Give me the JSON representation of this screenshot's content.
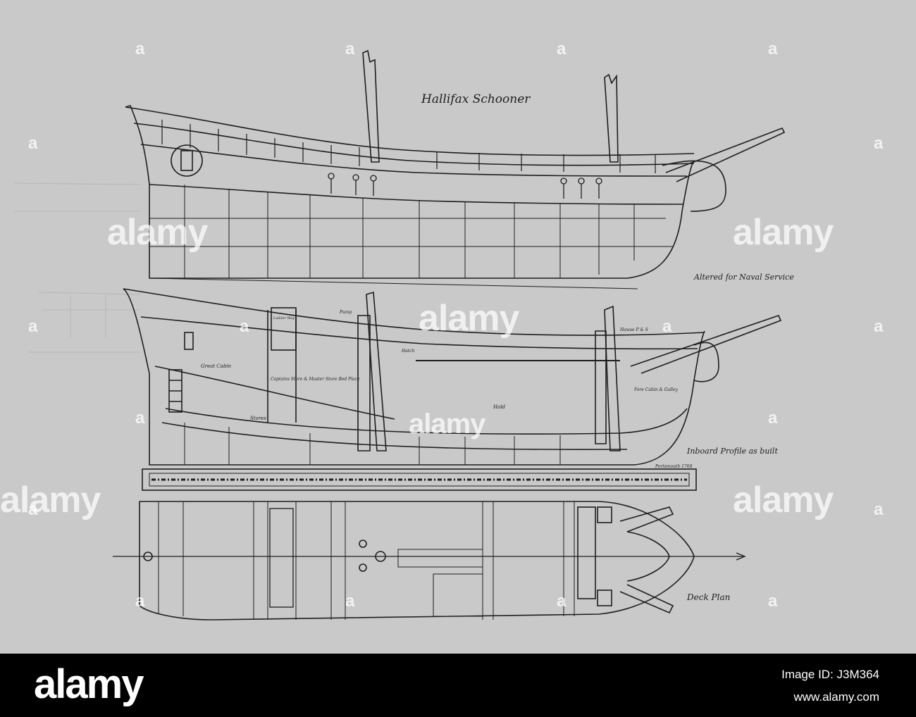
{
  "diagram": {
    "title": "Hallifax Schooner",
    "labels": {
      "altered": "Altered for Naval Service",
      "inboard": "Inboard Profile as built",
      "deck_plan": "Deck Plan",
      "great_cabin": "Great Cabin",
      "captains_store": "Captains Store & Master Store Bed Place",
      "stores": "Stores",
      "hold": "Hold",
      "fore_cabin": "Fore Cabin & Galley",
      "ladder_way": "Ladder Way",
      "hatch": "Hatch",
      "pump": "Pump",
      "hawse": "Hawse P & S",
      "portsmouth": "Portsmouth 1768"
    }
  },
  "watermark": {
    "text": "alamy",
    "letter": "a"
  },
  "footer": {
    "logo": "alamy",
    "image_id": "Image ID: J3M364",
    "url": "www.alamy.com"
  },
  "colors": {
    "paper": "#c9c9c9",
    "ink": "#1e1e1e",
    "footer_bg": "#000000"
  }
}
